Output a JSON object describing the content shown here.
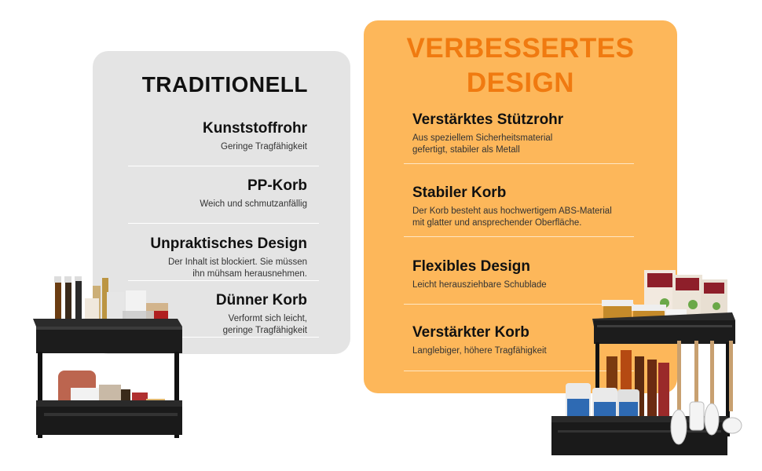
{
  "left_panel": {
    "title": "TRADITIONELL",
    "items": [
      {
        "heading": "Kunststoffrohr",
        "desc": "Geringe Tragfähigkeit"
      },
      {
        "heading": "PP-Korb",
        "desc": "Weich und schmutzanfällig"
      },
      {
        "heading": "Unpraktisches Design",
        "desc_lines": [
          "Der Inhalt ist blockiert. Sie müssen",
          "ihn mühsam herausnehmen."
        ]
      },
      {
        "heading": "Dünner Korb",
        "desc_lines": [
          "Verformt sich leicht,",
          "geringe Tragfähigkeit"
        ]
      }
    ]
  },
  "right_panel": {
    "title_lines": [
      "VERBESSERTES",
      "DESIGN"
    ],
    "items": [
      {
        "heading": "Verstärktes Stützrohr",
        "desc_lines": [
          "Aus speziellem Sicherheitsmaterial",
          "gefertigt, stabiler als Metall"
        ]
      },
      {
        "heading": "Stabiler Korb",
        "desc_lines": [
          "Der Korb besteht aus hochwertigem ABS-Material",
          "mit glatter und ansprechender Oberfläche."
        ]
      },
      {
        "heading": "Flexibles Design",
        "desc": "Leicht herausziehbare Schublade"
      },
      {
        "heading": "Verstärkter Korb",
        "desc": "Langlebiger, höhere Tragfähigkeit"
      }
    ]
  },
  "colors": {
    "left_panel_bg": "#e4e4e4",
    "right_panel_bg": "#fdb75a",
    "accent_title": "#f07a10"
  },
  "images": {
    "left_product": "traditional-organizer-photo",
    "right_product": "improved-organizer-photo"
  }
}
